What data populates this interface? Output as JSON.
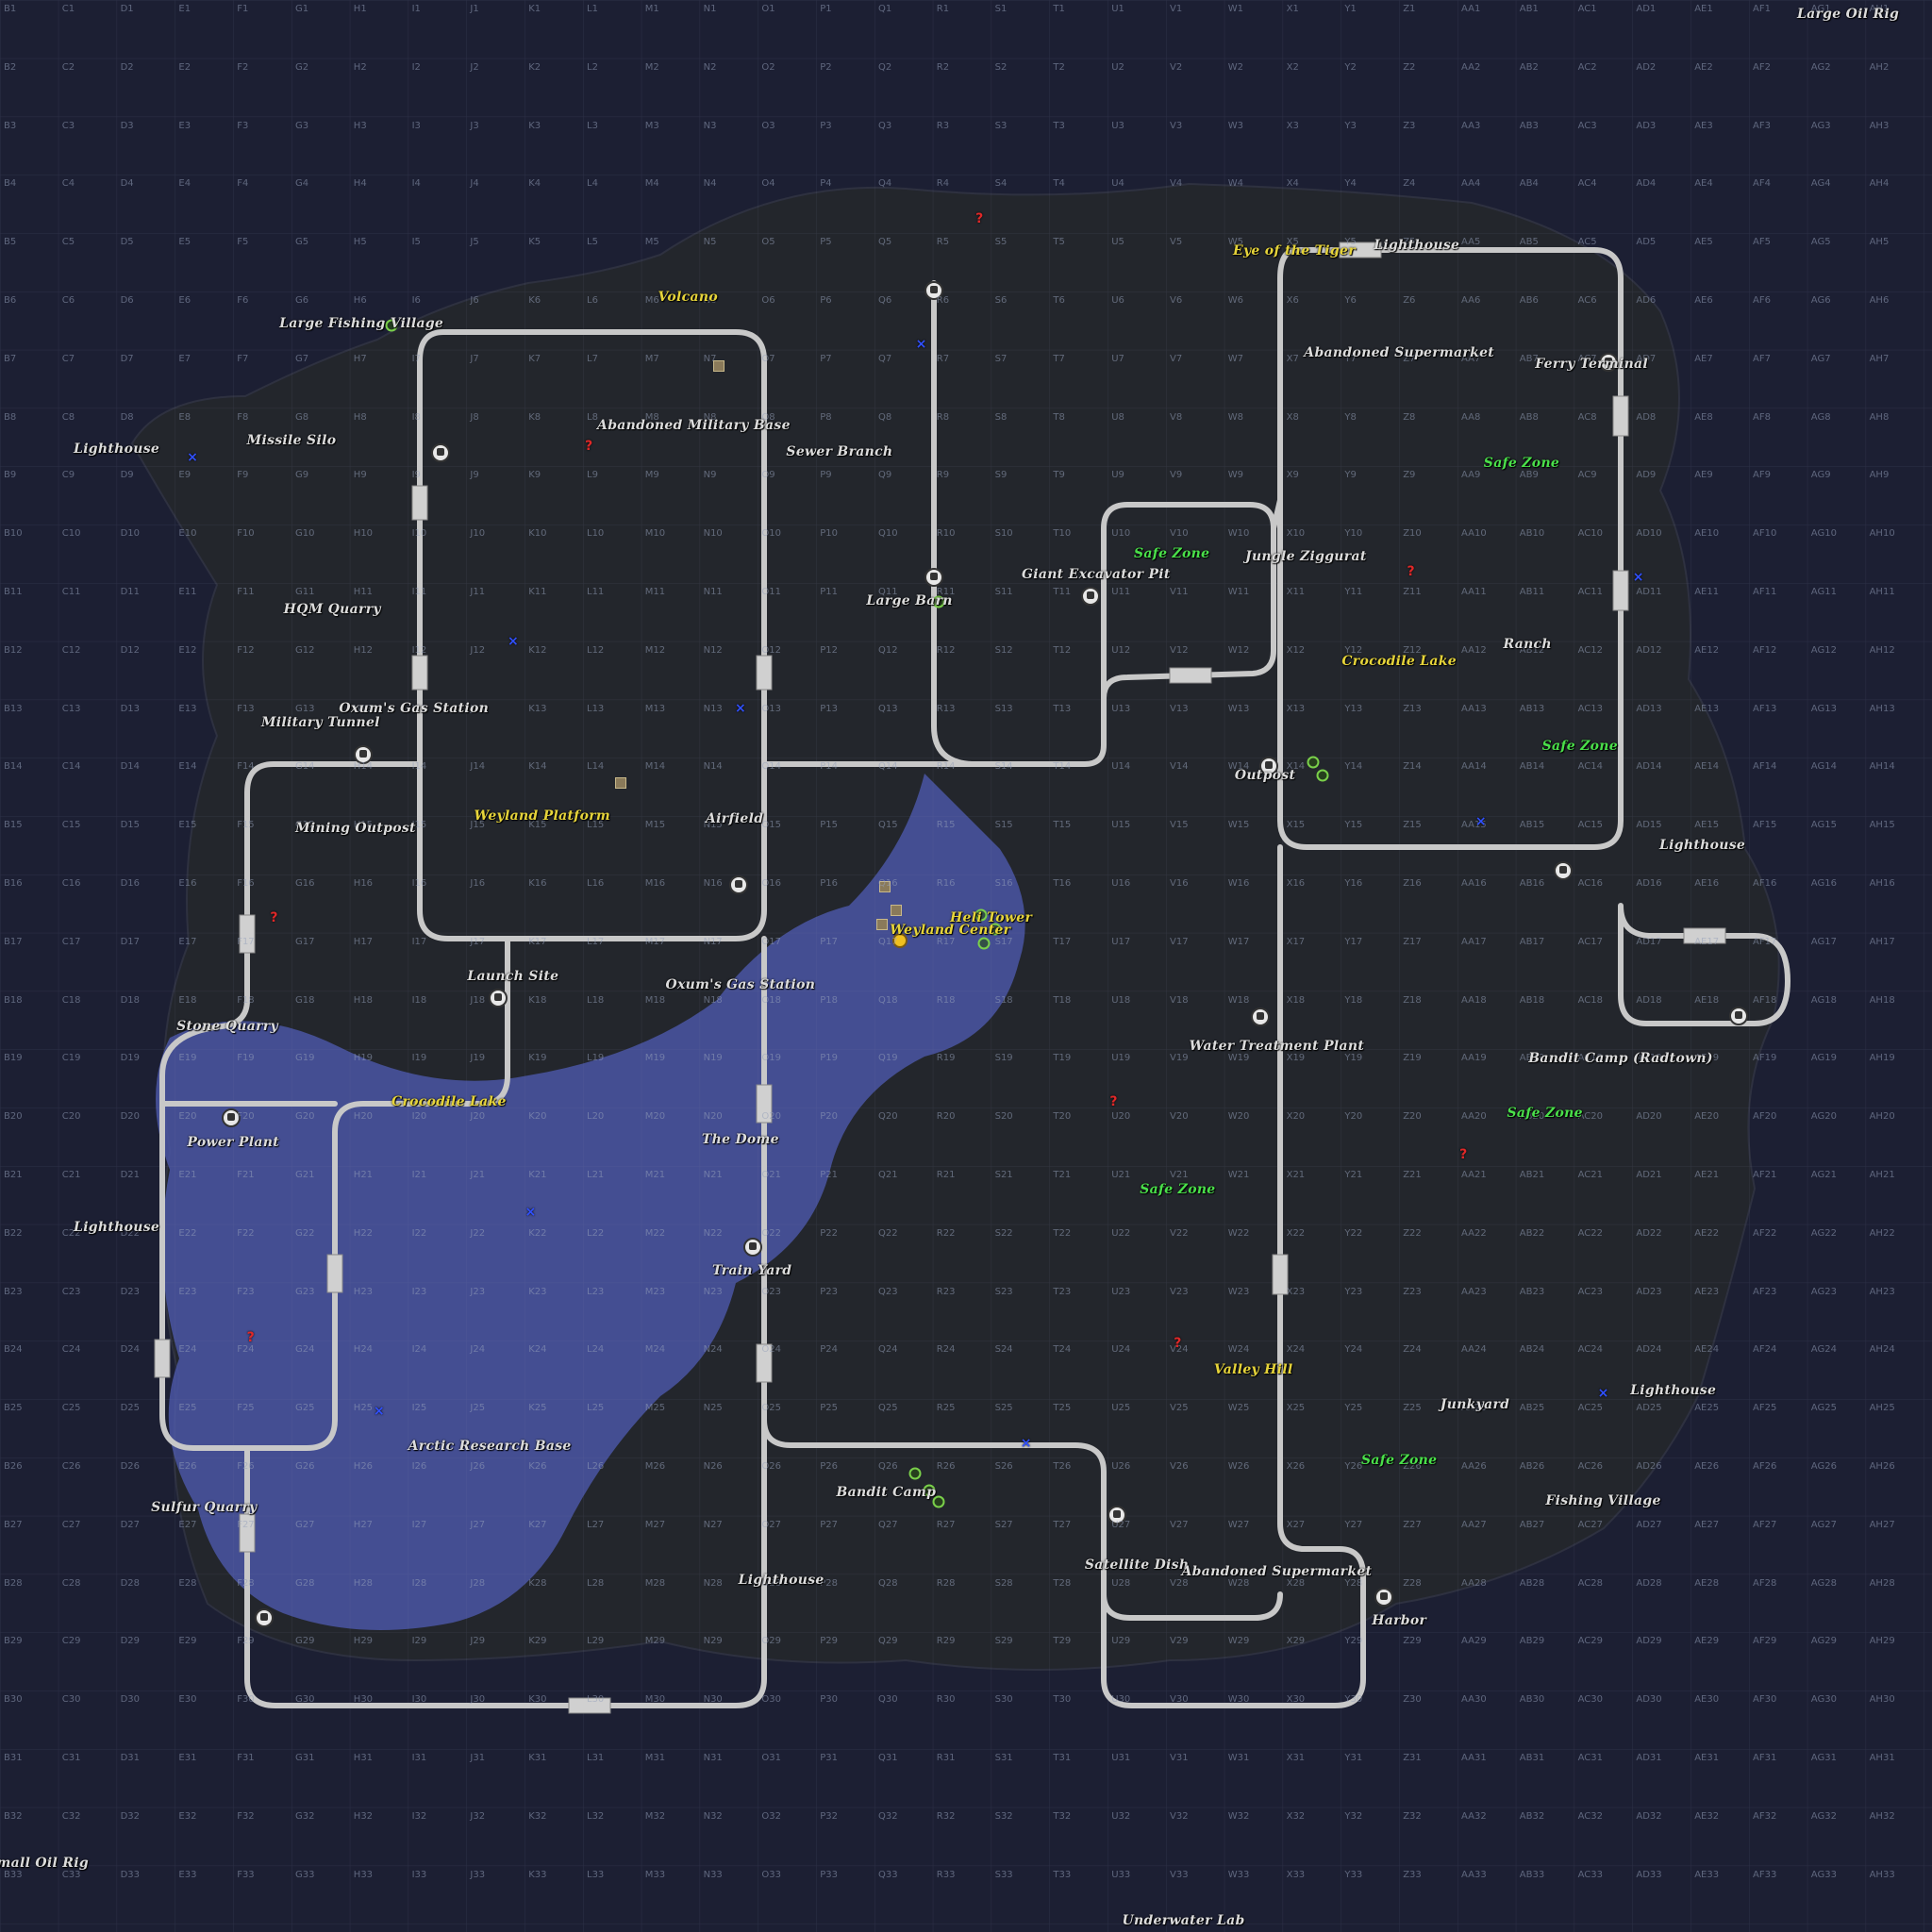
{
  "map": {
    "columns": [
      "B",
      "C",
      "D",
      "E",
      "F",
      "G",
      "H",
      "I",
      "J",
      "K",
      "L",
      "M",
      "N",
      "O",
      "P",
      "Q",
      "R",
      "S",
      "T",
      "U",
      "V",
      "W",
      "X",
      "Y",
      "Z",
      "AA",
      "AB",
      "AC",
      "AD",
      "AE",
      "AF",
      "AG",
      "AH"
    ],
    "rows": 33,
    "colors": {
      "background": "#1a1d2e",
      "land": "#22252d",
      "snow": "#4e5aa8",
      "rail": "#c8c8c8",
      "label_white": "#dcdcdc",
      "label_yellow": "#e6d43a",
      "label_green": "#4ae04a",
      "marker_red": "#e02828",
      "marker_blue": "#3050ff"
    },
    "locations": [
      {
        "name": "Large Oil Rig",
        "style": "white",
        "col": 31.2,
        "row": 0.25
      },
      {
        "name": "Eye of the Tiger",
        "style": "yellow",
        "col": 21.7,
        "row": 4.3
      },
      {
        "name": "Lighthouse",
        "style": "white",
        "col": 23.8,
        "row": 4.2
      },
      {
        "name": "Volcano",
        "style": "yellow",
        "col": 11.3,
        "row": 5.1
      },
      {
        "name": "Large Fishing Village",
        "style": "white",
        "col": 5.7,
        "row": 5.55
      },
      {
        "name": "Abandoned Supermarket",
        "style": "white",
        "col": 23.5,
        "row": 6.05
      },
      {
        "name": "Ferry Terminal",
        "style": "white",
        "col": 26.8,
        "row": 6.25
      },
      {
        "name": "Abandoned Military Base",
        "style": "white",
        "col": 11.4,
        "row": 7.3
      },
      {
        "name": "Missile Silo",
        "style": "white",
        "col": 4.5,
        "row": 7.55
      },
      {
        "name": "Lighthouse",
        "style": "white",
        "col": 1.5,
        "row": 7.7
      },
      {
        "name": "Sewer Branch",
        "style": "white",
        "col": 13.9,
        "row": 7.75
      },
      {
        "name": "Safe Zone",
        "style": "green",
        "col": 25.6,
        "row": 7.95
      },
      {
        "name": "Safe Zone",
        "style": "green",
        "col": 19.6,
        "row": 9.5
      },
      {
        "name": "Jungle Ziggurat",
        "style": "white",
        "col": 21.9,
        "row": 9.55
      },
      {
        "name": "Giant Excavator Pit",
        "style": "white",
        "col": 18.3,
        "row": 9.85
      },
      {
        "name": "Large Barn",
        "style": "white",
        "col": 15.1,
        "row": 10.3
      },
      {
        "name": "HQM Quarry",
        "style": "white",
        "col": 5.2,
        "row": 10.45
      },
      {
        "name": "Ranch",
        "style": "white",
        "col": 25.7,
        "row": 11.05
      },
      {
        "name": "Crocodile Lake",
        "style": "yellow",
        "col": 23.5,
        "row": 11.35
      },
      {
        "name": "Oxum's Gas Station",
        "style": "white",
        "col": 6.6,
        "row": 12.15
      },
      {
        "name": "Military Tunnel",
        "style": "white",
        "col": 5.0,
        "row": 12.4
      },
      {
        "name": "Safe Zone",
        "style": "green",
        "col": 26.6,
        "row": 12.8
      },
      {
        "name": "Outpost",
        "style": "white",
        "col": 21.2,
        "row": 13.3
      },
      {
        "name": "Mining Outpost",
        "style": "white",
        "col": 5.6,
        "row": 14.2
      },
      {
        "name": "Weyland Platform",
        "style": "yellow",
        "col": 8.8,
        "row": 14.0
      },
      {
        "name": "Airfield",
        "style": "white",
        "col": 12.1,
        "row": 14.05
      },
      {
        "name": "Lighthouse",
        "style": "white",
        "col": 28.7,
        "row": 14.5
      },
      {
        "name": "Heli Tower",
        "style": "yellow",
        "col": 16.5,
        "row": 15.75
      },
      {
        "name": "Weyland Center",
        "style": "yellow",
        "col": 15.8,
        "row": 15.95
      },
      {
        "name": "Launch Site",
        "style": "white",
        "col": 8.3,
        "row": 16.75
      },
      {
        "name": "Oxum's Gas Station",
        "style": "white",
        "col": 12.2,
        "row": 16.9
      },
      {
        "name": "Stone Quarry",
        "style": "white",
        "col": 3.4,
        "row": 17.6
      },
      {
        "name": "Water Treatment Plant",
        "style": "white",
        "col": 21.4,
        "row": 17.95
      },
      {
        "name": "Bandit Camp (Radtown)",
        "style": "white",
        "col": 27.3,
        "row": 18.15
      },
      {
        "name": "Crocodile Lake",
        "style": "yellow",
        "col": 7.2,
        "row": 18.9
      },
      {
        "name": "Safe Zone",
        "style": "green",
        "col": 26.0,
        "row": 19.1
      },
      {
        "name": "Power Plant",
        "style": "white",
        "col": 3.5,
        "row": 19.6
      },
      {
        "name": "The Dome",
        "style": "white",
        "col": 12.2,
        "row": 19.55
      },
      {
        "name": "Safe Zone",
        "style": "green",
        "col": 19.7,
        "row": 20.4
      },
      {
        "name": "Lighthouse",
        "style": "white",
        "col": 1.5,
        "row": 21.05
      },
      {
        "name": "Train Yard",
        "style": "white",
        "col": 12.4,
        "row": 21.8
      },
      {
        "name": "Valley Hill",
        "style": "yellow",
        "col": 21.0,
        "row": 23.5
      },
      {
        "name": "Lighthouse",
        "style": "white",
        "col": 28.2,
        "row": 23.85
      },
      {
        "name": "Junkyard",
        "style": "white",
        "col": 24.8,
        "row": 24.1
      },
      {
        "name": "Arctic Research Base",
        "style": "white",
        "col": 7.9,
        "row": 24.8
      },
      {
        "name": "Safe Zone",
        "style": "green",
        "col": 23.5,
        "row": 25.05
      },
      {
        "name": "Bandit Camp",
        "style": "white",
        "col": 14.7,
        "row": 25.6
      },
      {
        "name": "Fishing Village",
        "style": "white",
        "col": 27.0,
        "row": 25.75
      },
      {
        "name": "Sulfur Quarry",
        "style": "white",
        "col": 3.0,
        "row": 25.85
      },
      {
        "name": "Satellite Dish",
        "style": "white",
        "col": 19.0,
        "row": 26.85
      },
      {
        "name": "Abandoned Supermarket",
        "style": "white",
        "col": 21.4,
        "row": 26.95
      },
      {
        "name": "Lighthouse",
        "style": "white",
        "col": 12.9,
        "row": 27.1
      },
      {
        "name": "Harbor",
        "style": "white",
        "col": 23.5,
        "row": 27.8
      },
      {
        "name": "Small Oil Rig",
        "style": "white",
        "col": -0.6,
        "row": 31.95
      },
      {
        "name": "Underwater Lab",
        "style": "white",
        "col": 19.8,
        "row": 33.05
      }
    ],
    "question_marks": [
      [
        16.3,
        3.75
      ],
      [
        9.6,
        7.65
      ],
      [
        23.7,
        9.8
      ],
      [
        4.2,
        15.75
      ],
      [
        18.6,
        18.9
      ],
      [
        24.6,
        19.8
      ],
      [
        3.8,
        22.95
      ],
      [
        19.7,
        23.05
      ]
    ],
    "x_marks": [
      [
        2.8,
        7.85
      ],
      [
        15.3,
        5.9
      ],
      [
        8.3,
        11.0
      ],
      [
        12.2,
        12.15
      ],
      [
        8.6,
        20.8
      ],
      [
        6.0,
        24.2
      ],
      [
        17.1,
        24.75
      ],
      [
        24.9,
        14.1
      ],
      [
        27.6,
        9.9
      ],
      [
        27.0,
        23.9
      ]
    ]
  }
}
